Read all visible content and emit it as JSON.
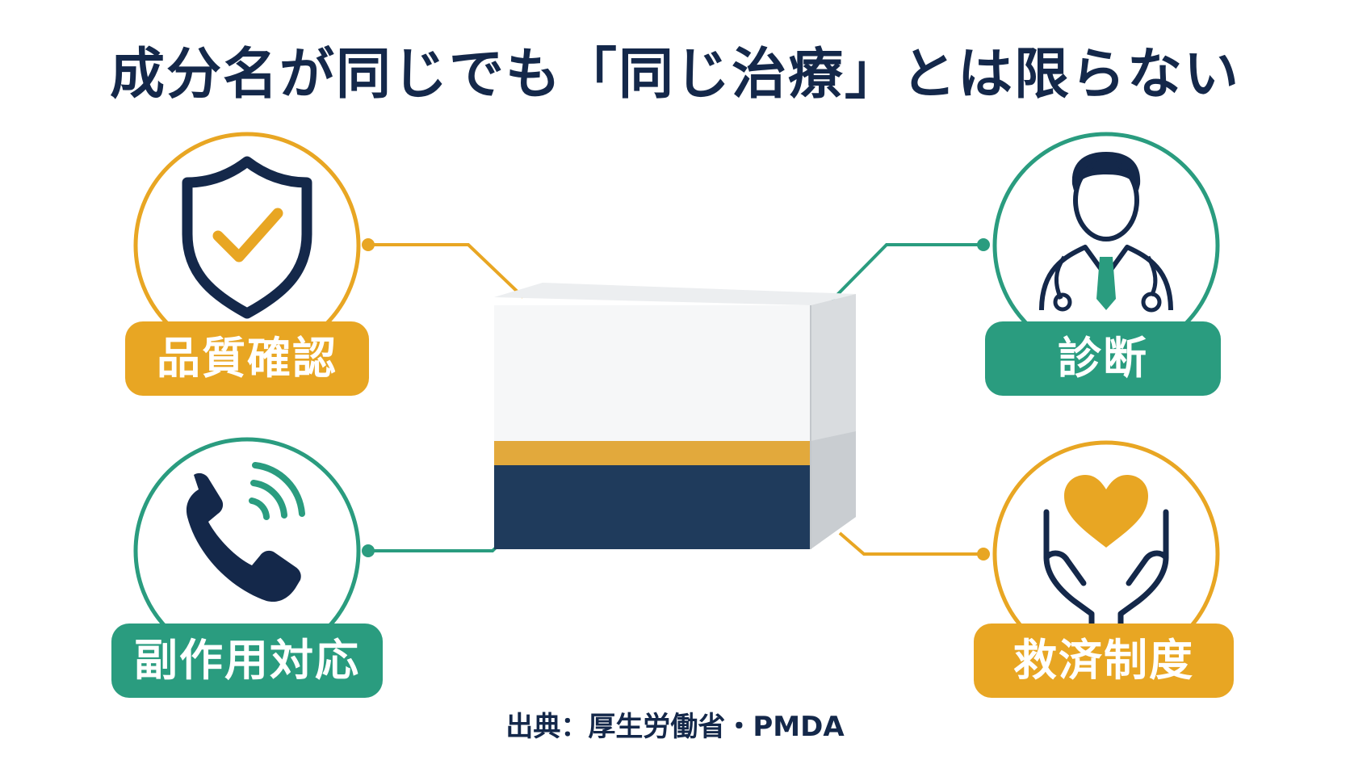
{
  "title": "成分名が同じでも「同じ治療」とは限らない",
  "nodes": [
    {
      "label": "品質確認",
      "icon": "shield-check-icon",
      "color": "#e8a623"
    },
    {
      "label": "診断",
      "icon": "doctor-icon",
      "color": "#2a9c7f"
    },
    {
      "label": "副作用対応",
      "icon": "phone-icon",
      "color": "#2a9c7f"
    },
    {
      "label": "救済制度",
      "icon": "hands-heart-icon",
      "color": "#e8a623"
    }
  ],
  "center": {
    "icon": "medicine-box-icon"
  },
  "source": "出典：厚生労働省・PMDA",
  "colors": {
    "navy": "#14284a",
    "gold": "#e8a623",
    "teal": "#2a9c7f"
  }
}
